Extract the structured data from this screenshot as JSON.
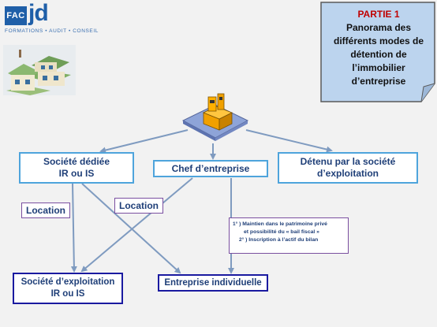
{
  "logo": {
    "mark": "FAC",
    "name": "jd",
    "tagline": "FORMATIONS  •  AUDIT  •  CONSEIL"
  },
  "partie": {
    "number": "PARTIE 1",
    "title_lines": [
      "Panorama des",
      "différents modes de",
      "détention de",
      "l’immobilier",
      "d’entreprise"
    ]
  },
  "boxes": {
    "societe_dediee": [
      "Société dédiée",
      "IR ou IS"
    ],
    "chef": "Chef d’entreprise",
    "detenu": [
      "Détenu par la société",
      "d’exploitation"
    ],
    "societe_exploitation": [
      "Société d’exploitation",
      "IR ou IS"
    ],
    "entreprise_individuelle": "Entreprise individuelle"
  },
  "labels": {
    "location_left": "Location",
    "location_right": "Location"
  },
  "notes": {
    "item1_marker": "1°",
    "item1_line1": ") Maintien dans le patrimoine privé",
    "item1_line2": "et possibilité du « bail fiscal »",
    "item2_marker": "2°",
    "item2_line": ") Inscription à l’actif du bilan"
  },
  "colors": {
    "box_border": "#4ea4dc",
    "bottom_box_border": "#1a1aa0",
    "text_blue": "#1f3f78",
    "partie_red": "#c00000",
    "banner_fill": "#bcd4ee",
    "arrow": "#7f9bc0"
  }
}
